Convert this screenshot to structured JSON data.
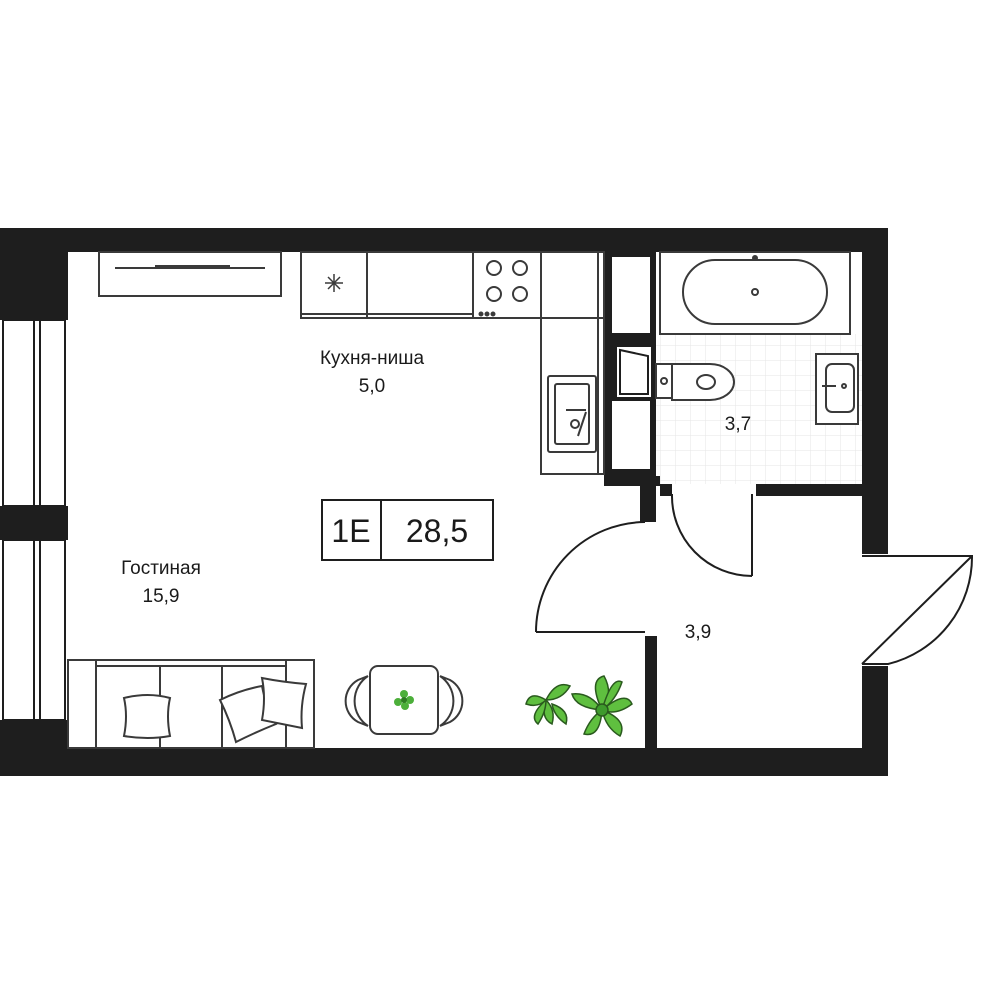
{
  "unit_badge": {
    "type": "1E",
    "total_area": "28,5"
  },
  "rooms": {
    "kitchen": {
      "name": "Кухня-ниша",
      "area": "5,0"
    },
    "living": {
      "name": "Гостиная",
      "area": "15,9"
    },
    "bathroom": {
      "name": "",
      "area": "3,7"
    },
    "hallway": {
      "name": "",
      "area": "3,9"
    }
  },
  "colors": {
    "wall": "#1e1e1e",
    "furniture_line": "#3a3a3a",
    "plant": "#4caf3a",
    "tile_grid": "#e6e6e6"
  },
  "icons": [
    "snowflake-icon",
    "stove-icon",
    "sink-icon",
    "bathtub-icon",
    "toilet-icon",
    "washbasin-icon",
    "sofa-icon",
    "pillow-icon",
    "table-icon",
    "chair-icon",
    "plant-icon"
  ]
}
